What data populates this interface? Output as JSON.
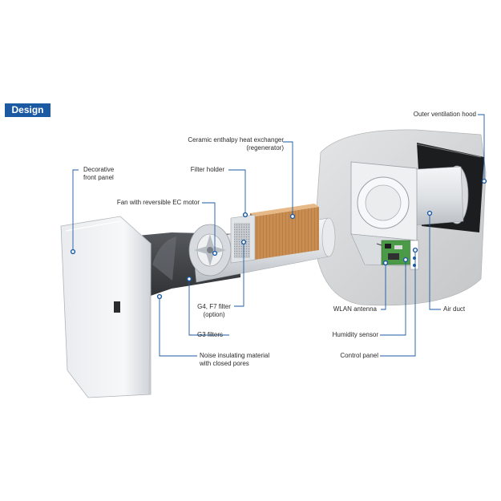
{
  "header": {
    "badge": "Design"
  },
  "accent_color": "#1b5aa3",
  "labels": {
    "outer_hood": "Outer ventilation hood",
    "heat_exchanger_1": "Ceramic enthalpy heat exchanger",
    "heat_exchanger_2": "(regenerator)",
    "front_panel_1": "Decorative",
    "front_panel_2": "front panel",
    "filter_holder": "Filter holder",
    "fan": "Fan with reversible EC motor",
    "filter_g4_1": "G4, F7 filter",
    "filter_g4_2": "(option)",
    "wlan": "WLAN antenna",
    "air_duct": "Air duct",
    "g3": "G3 filters",
    "humidity": "Humidity sensor",
    "noise_1": "Noise insulating material",
    "noise_2": "with closed pores",
    "control": "Control panel"
  }
}
